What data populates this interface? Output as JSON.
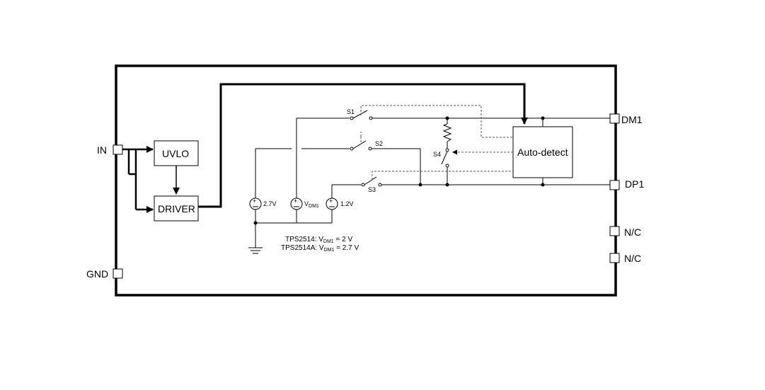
{
  "pins": {
    "in": "IN",
    "gnd": "GND",
    "dm1": "DM1",
    "dp1": "DP1",
    "nc1": "N/C",
    "nc2": "N/C"
  },
  "blocks": {
    "uvlo": "UVLO",
    "driver": "DRIVER",
    "auto_detect": "Auto-detect"
  },
  "switches": {
    "s1": "S1",
    "s2": "S2",
    "s3": "S3",
    "s4": "S4"
  },
  "sources": {
    "v27": "2.7V",
    "vdm1_main": "V",
    "vdm1_sub": "DM1",
    "v12": "1.2V"
  },
  "notes": {
    "line1_prefix": "TPS2514: V",
    "line1_sub": "DM1",
    "line1_suffix": " = 2 V",
    "line2_prefix": "TPS2514A: V",
    "line2_sub": "DM1",
    "line2_suffix": " = 2.7 V"
  }
}
